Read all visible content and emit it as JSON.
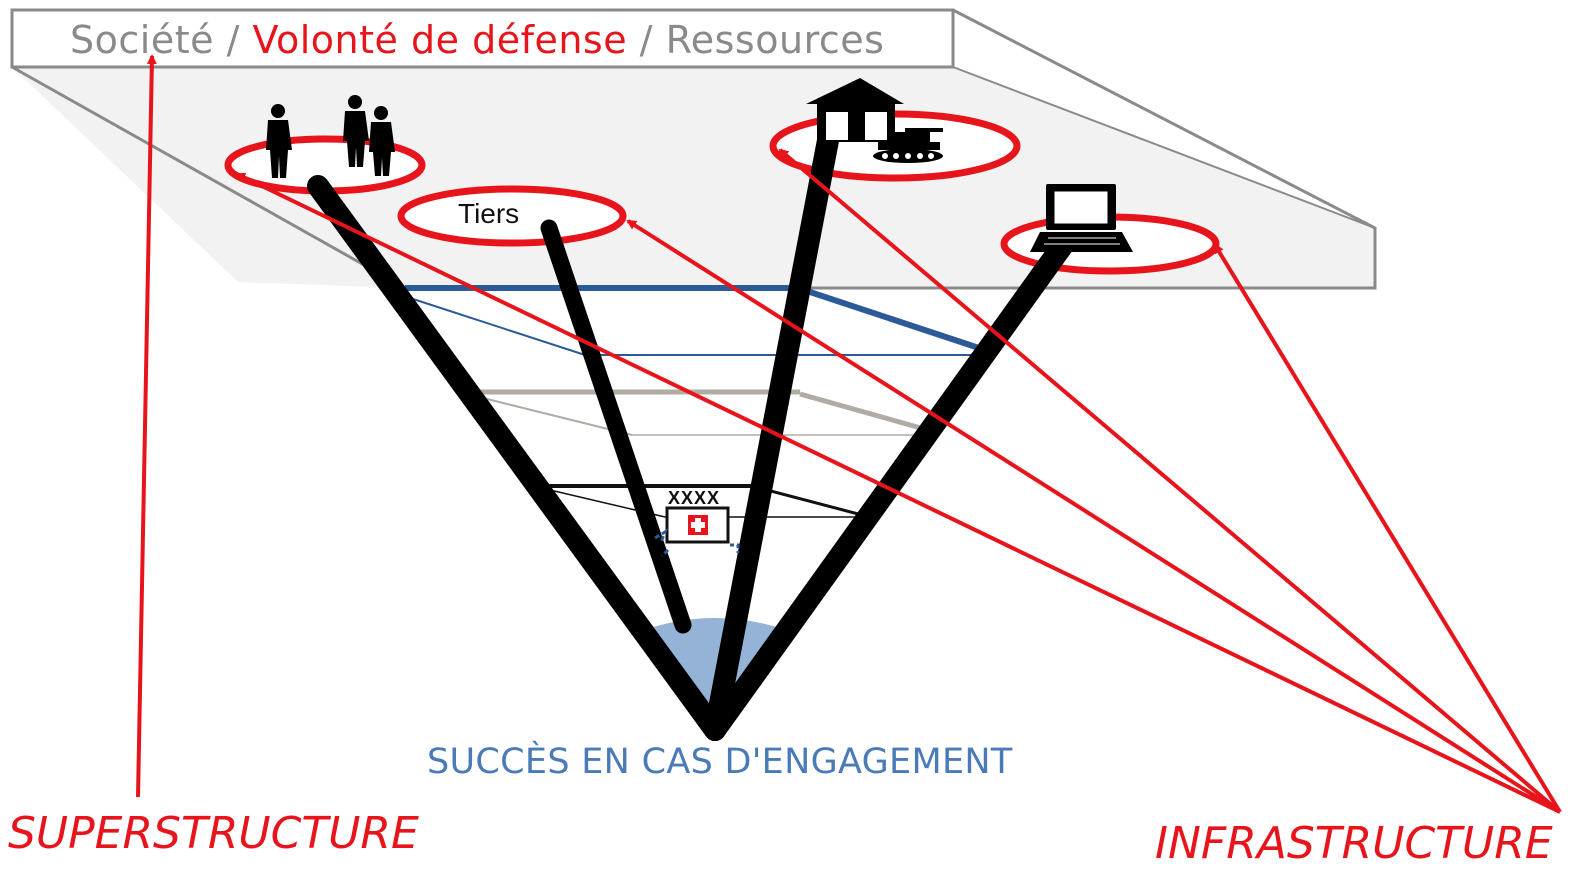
{
  "title": {
    "part1": "Société",
    "sep1": " / ",
    "part2": "Volonté de défense",
    "sep2": " / ",
    "part3": "Ressources"
  },
  "tiers_label": "Tiers",
  "unit_label": "XXXX",
  "success_label": "SUCCÈS EN CAS D'ENGAGEMENT",
  "superstructure_label": "SUPERSTRUCTURE",
  "infrastructure_label": "INFRASTRUCTURE",
  "colors": {
    "red": "#e8141b",
    "grey": "#8a8a8a",
    "blue": "#4a7ab8",
    "dark_blue": "#2b5a98",
    "funnel_fill": "#95b3d7",
    "platform": "#f2f2f2"
  },
  "icons": [
    "people-icon",
    "building-icon",
    "tank-icon",
    "laptop-icon",
    "swiss-flag-icon"
  ]
}
